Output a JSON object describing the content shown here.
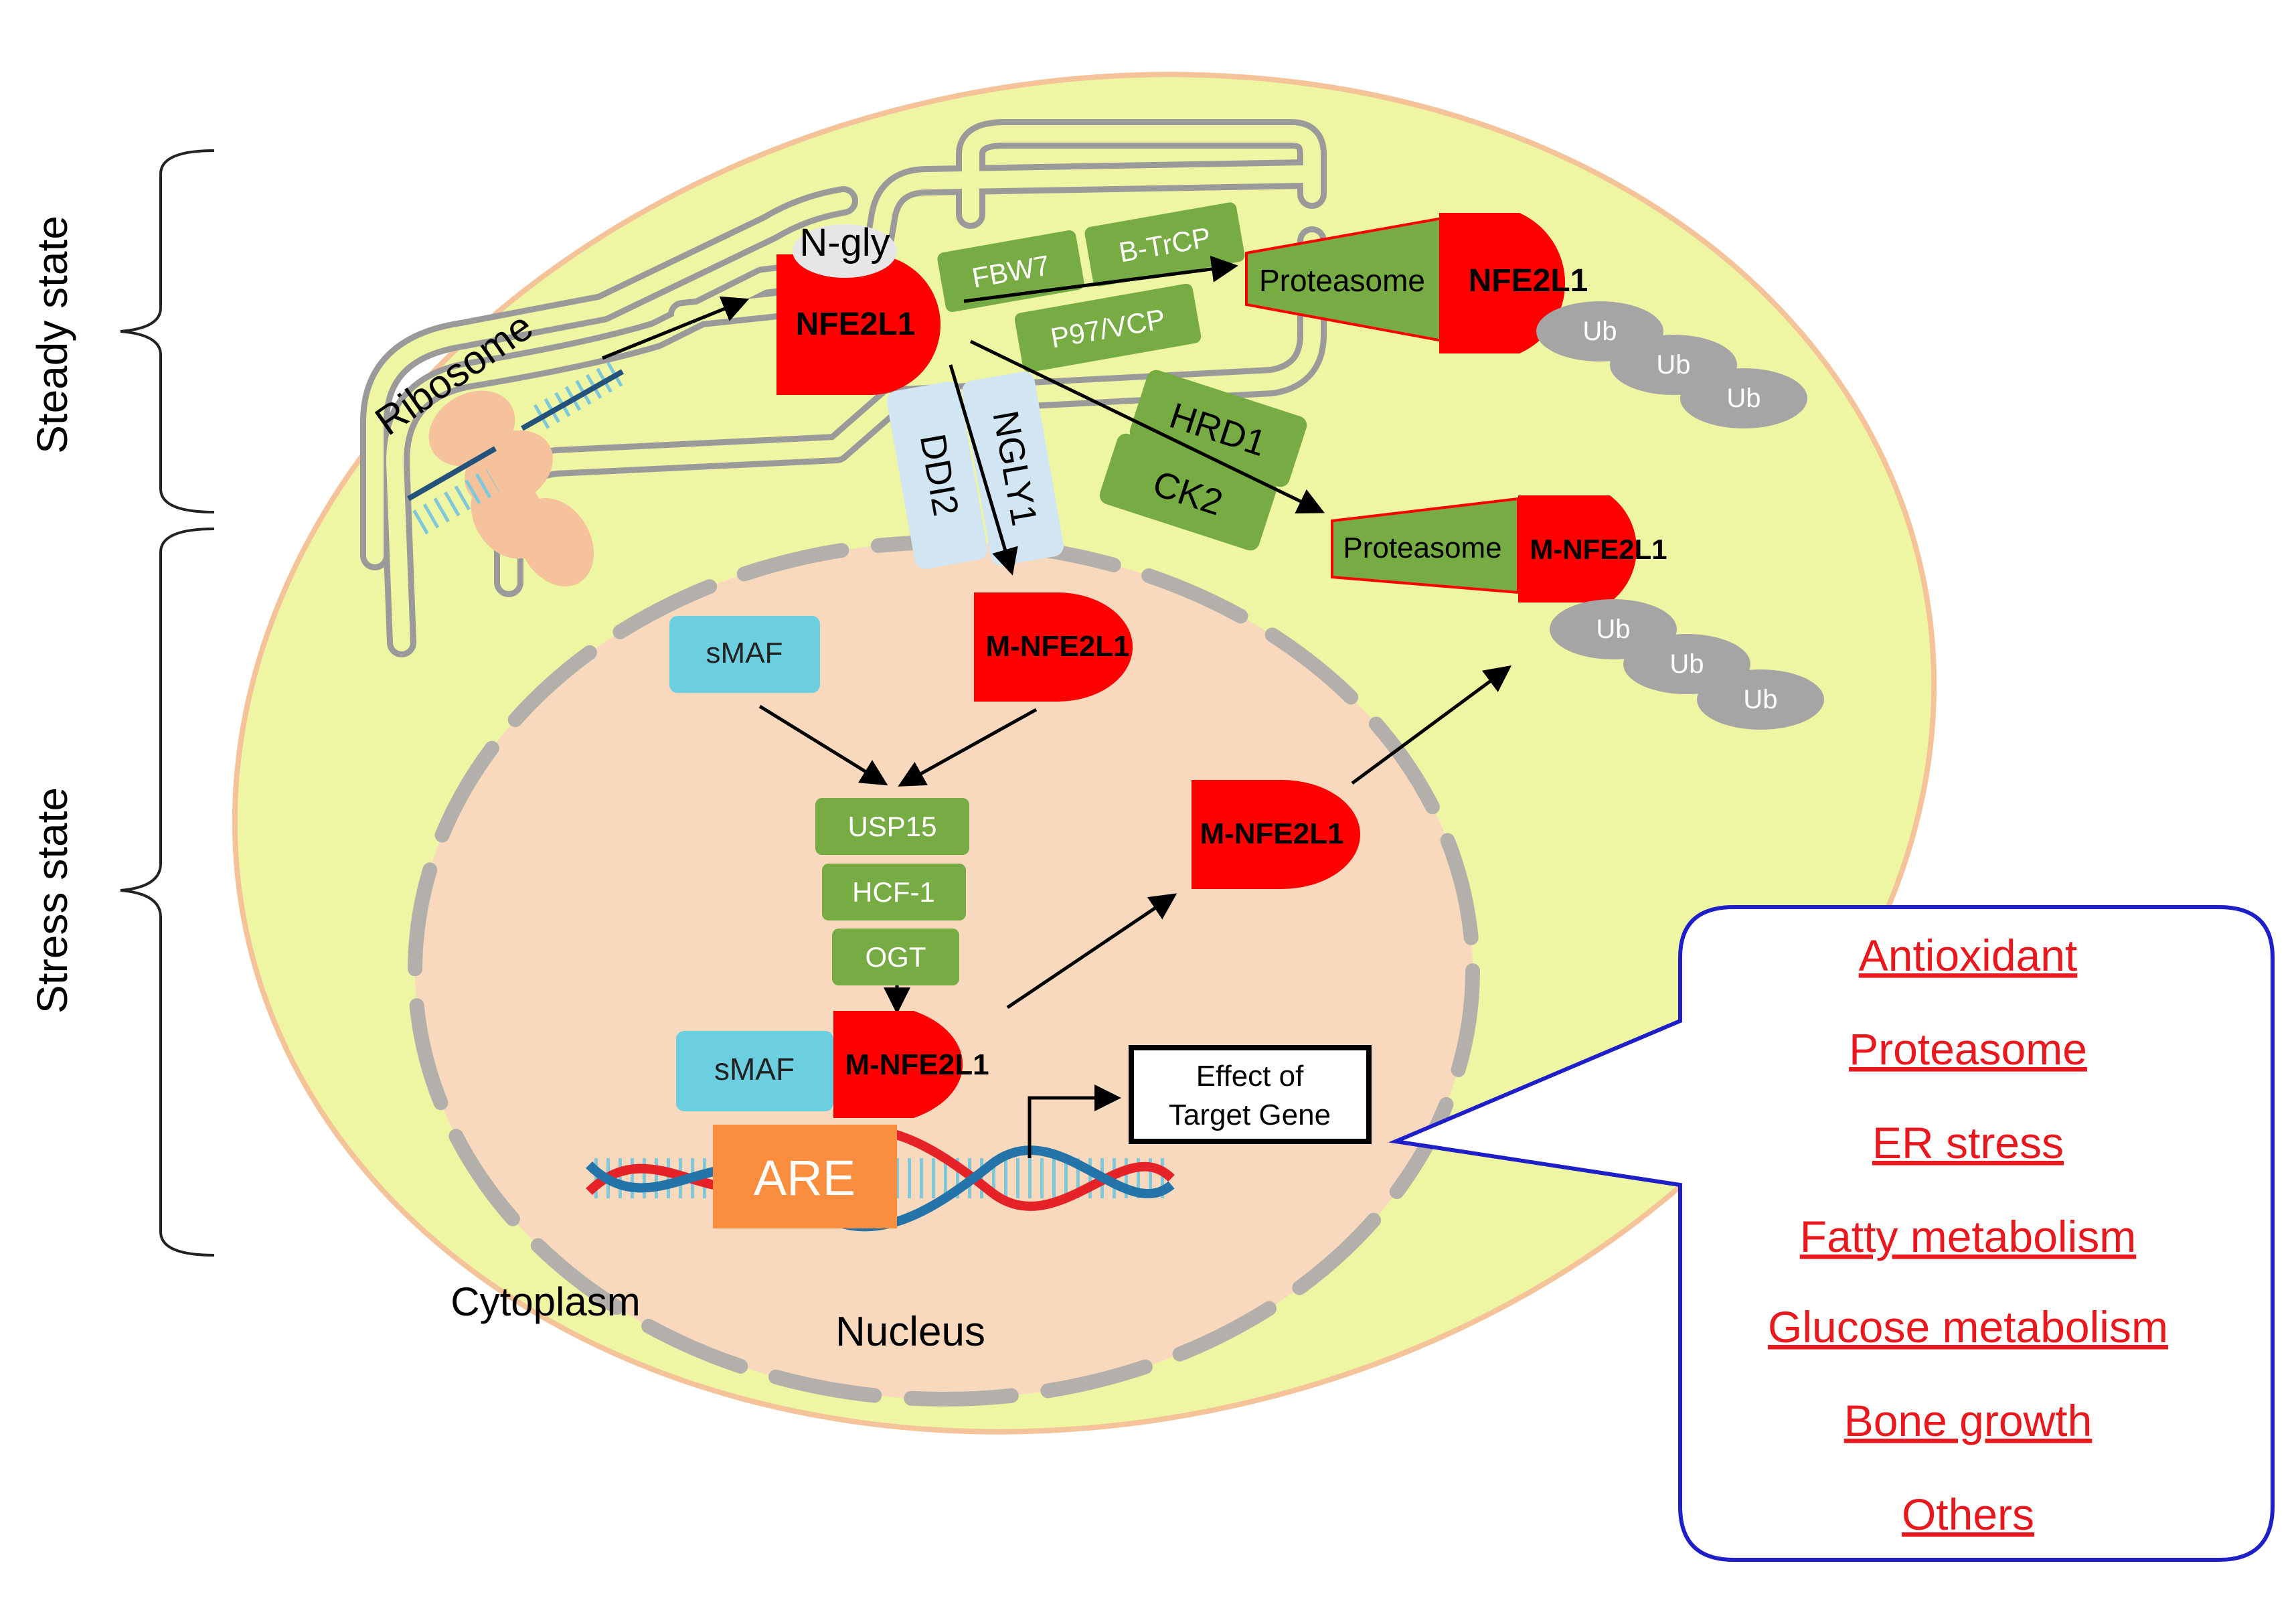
{
  "brackets": {
    "steady_label": "Steady state",
    "stress_label": "Stress state"
  },
  "organelles": {
    "ribosome_label": "Ribosome",
    "n_gly_label": "N-gly",
    "cytoplasm_label": "Cytoplasm",
    "nucleus_label": "Nucleus"
  },
  "proteins": {
    "nfe2l1": "NFE2L1",
    "m_nfe2l1": "M-NFE2L1",
    "proteasome": "Proteasome",
    "ub": "Ub",
    "fbw7": "FBW7",
    "btrcp": "B-TrCP",
    "p97": "P97/VCP",
    "hrd1": "HRD1",
    "ck2": "CK2",
    "ddi2": "DDI2",
    "ngly1": "NGLY1",
    "smaf": "sMAF",
    "usp15": "USP15",
    "hcf1": "HCF-1",
    "ogt": "OGT",
    "are": "ARE"
  },
  "target_gene": {
    "line1": "Effect of",
    "line2": "Target Gene"
  },
  "effects": [
    "Antioxidant",
    "Proteasome",
    "ER stress",
    "Fatty metabolism",
    "Glucose metabolism",
    "Bone growth",
    "Others"
  ],
  "colors": {
    "cell_fill": "#eef6a4",
    "cell_border": "#f5c39a",
    "nucleus_fill": "#f8d9bd",
    "protein_red": "#ff0000",
    "green_box": "#77ab43",
    "blue_box": "#6ccfe0",
    "light_blue": "#d1e5f2",
    "are_orange": "#fb8e3e",
    "effect_text": "#e8191e",
    "callout_border": "#1f1fc8"
  }
}
